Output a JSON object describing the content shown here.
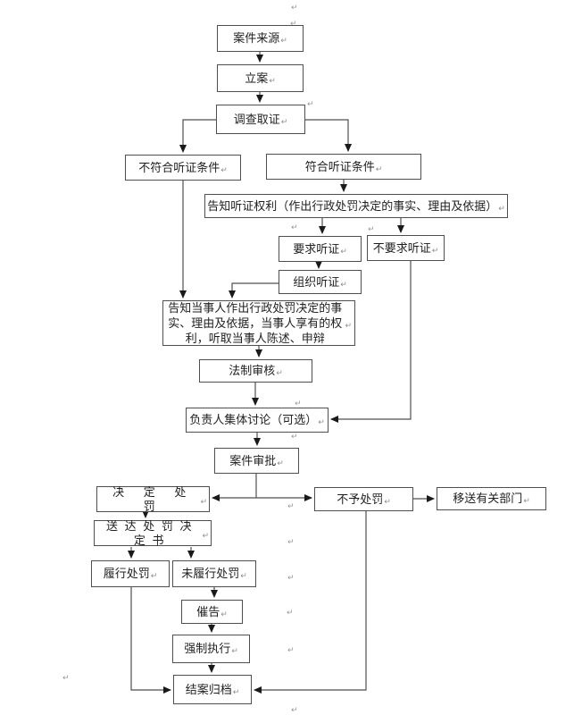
{
  "flowchart": {
    "boxes": {
      "case_source": "案件来源",
      "filing": "立案",
      "investigation": "调查取证",
      "not_qualified": "不符合听证条件",
      "qualified": "符合听证条件",
      "inform_hearing_right": "告知听证权利（作出行政处罚决定的事实、理由及依据）",
      "request_hearing": "要求听证",
      "no_request_hearing": "不要求听证",
      "organize_hearing": "组织听证",
      "inform_party": "告知当事人作出行政处罚决定的事实、理由及依据，当事人享有的权利，听取当事人陈述、申辩",
      "legal_review": "法制审核",
      "collective_discussion": "负责人集体讨论（可选）",
      "case_approval": "案件审批",
      "decide_penalty": "决 定 处 罚",
      "no_penalty": "不予处罚",
      "transfer_dept": "移送有关部门",
      "deliver_decision": "送 达 处 罚 决 定 书",
      "fulfill_penalty": "履行处罚",
      "not_fulfill_penalty": "未履行处罚",
      "urge_notice": "催告",
      "enforcement": "强制执行",
      "close_archive": "结案归档"
    },
    "marks": {
      "return_mark": "↵"
    },
    "colors": {
      "line": "#4f4f4f",
      "arrow": "#1a1a1a",
      "box_border": "#4f4f4f",
      "text": "#1f1f1f",
      "background": "#ffffff"
    }
  }
}
